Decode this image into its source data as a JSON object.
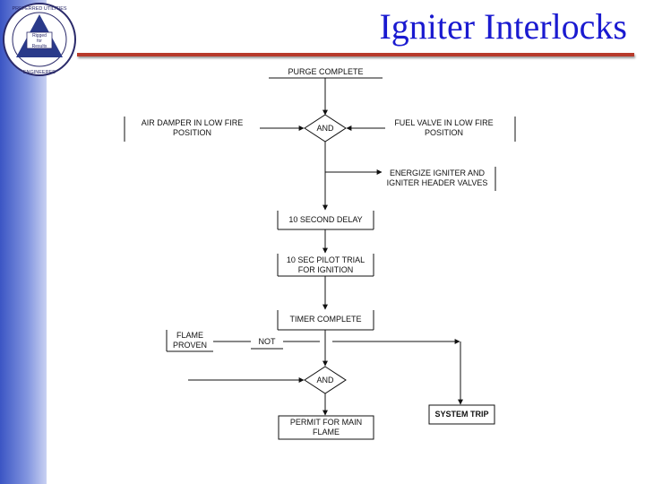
{
  "slide": {
    "title": "Igniter Interlocks"
  },
  "logo": {
    "top_text": "PREFERRED UTILITIES",
    "middle_line1": "Rigged",
    "middle_line2": "for",
    "middle_line3": "Results",
    "bottom_text": "ENGINEERED"
  },
  "diagram": {
    "purge_complete": "PURGE COMPLETE",
    "air_damper_1": "AIR DAMPER IN LOW FIRE",
    "air_damper_2": "POSITION",
    "fuel_valve_1": "FUEL VALVE IN LOW FIRE",
    "fuel_valve_2": "POSITION",
    "and_1": "AND",
    "energize_1": "ENERGIZE IGNITER AND",
    "energize_2": "IGNITER HEADER VALVES",
    "delay": "10 SECOND DELAY",
    "pilot_trial_1": "10 SEC PILOT TRIAL",
    "pilot_trial_2": "FOR IGNITION",
    "timer_complete": "TIMER COMPLETE",
    "flame_proven_1": "FLAME",
    "flame_proven_2": "PROVEN",
    "not": "NOT",
    "and_2": "AND",
    "system_trip": "SYSTEM TRIP",
    "permit_1": "PERMIT FOR MAIN",
    "permit_2": "FLAME"
  },
  "colors": {
    "title": "#1a1ad0",
    "rule": "#b73a2b",
    "sidebar": "#3b55c4"
  }
}
